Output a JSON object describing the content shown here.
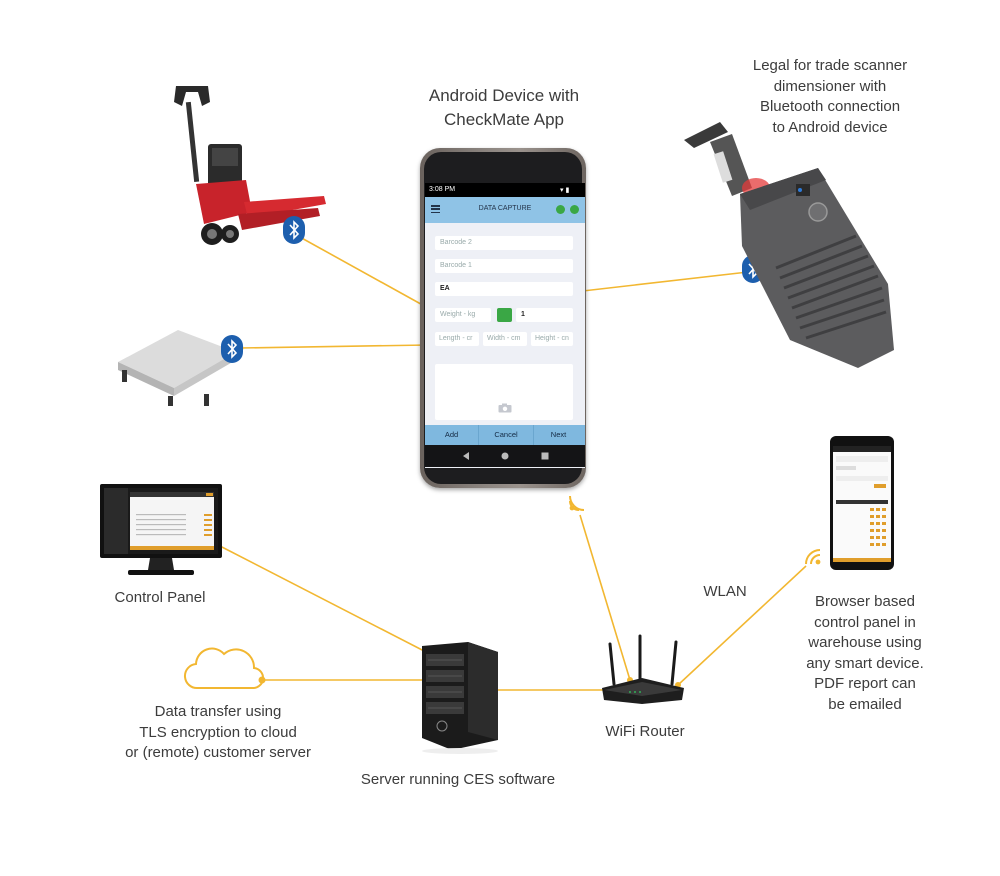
{
  "captions": {
    "android": [
      "Android Device with",
      "CheckMate App"
    ],
    "scanner": [
      "Legal for trade scanner",
      "dimensioner with",
      "Bluetooth connection",
      "to Android device"
    ],
    "control_panel": "Control Panel",
    "wlan": "WLAN",
    "browser": [
      "Browser based",
      "control panel in",
      "warehouse using",
      "any smart device.",
      "PDF report can",
      "be emailed"
    ],
    "wifi_router": "WiFi Router",
    "cloud": [
      "Data transfer using",
      "TLS encryption to cloud",
      "or (remote) customer server"
    ],
    "server": "Server running CES software"
  },
  "phone_app": {
    "status_time": "3:08 PM",
    "screen_title": "DATA CAPTURE",
    "fields": {
      "barcode2": "Barcode 2",
      "barcode1": "Barcode 1",
      "uom": "EA",
      "weight": "Weight - kg",
      "quantity": "1",
      "length": "Length - cr",
      "width": "Width - cm",
      "height": "Height - cn"
    },
    "buttons": {
      "add": "Add",
      "cancel": "Cancel",
      "next": "Next"
    }
  },
  "colors": {
    "connector": "#f2b731",
    "bluetooth": "#1d5fae",
    "wifi_signal": "#f2b731",
    "appbar": "#8fc3e6",
    "status_green": "#3aa745"
  },
  "icons": [
    "bluetooth-icon",
    "wifi-signal-icon",
    "cloud-icon",
    "camera-icon",
    "menu-icon",
    "back-icon",
    "home-icon",
    "recents-icon"
  ]
}
